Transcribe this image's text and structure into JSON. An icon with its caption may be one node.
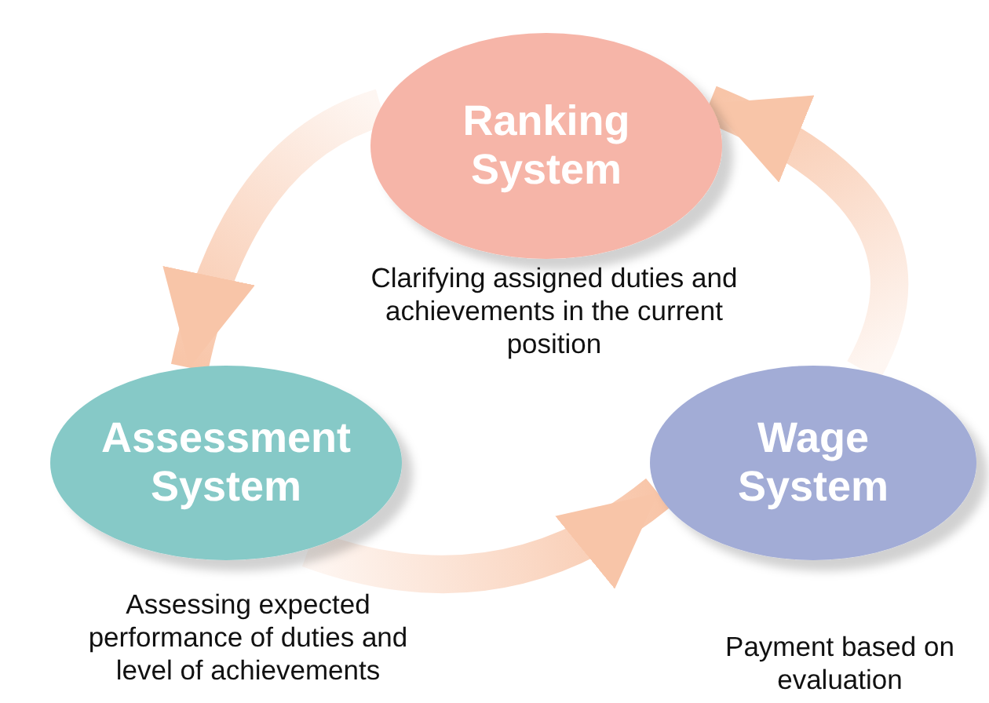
{
  "diagram": {
    "nodes": [
      {
        "text": [
          "Ranking System"
        ],
        "beside": [
          "Clarifying assigned duties and achievements in the current position"
        ]
      },
      {
        "text": [
          "Assessment System"
        ],
        "beside": [
          "Assessing expected performance of duties and level of achievements"
        ]
      },
      {
        "text": [
          "Wage System"
        ],
        "beside": [
          "Payment based on evaluation"
        ]
      }
    ],
    "edges": [
      {
        "from": 0,
        "to": 1,
        "arrow": "to"
      },
      {
        "from": 1,
        "to": 2,
        "arrow": "to"
      },
      {
        "from": 2,
        "to": 0,
        "arrow": "to"
      }
    ]
  }
}
